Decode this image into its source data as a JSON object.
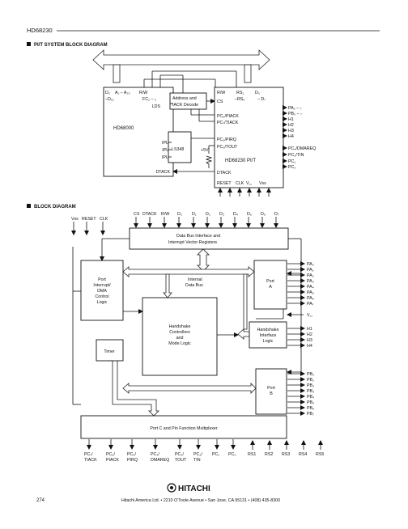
{
  "header": {
    "part_number": "HD68230"
  },
  "sections": [
    {
      "title": "PI/T SYSTEM BLOCK DIAGRAM"
    },
    {
      "title": "BLOCK DIAGRAM"
    }
  ],
  "system_diagram": {
    "hd68000": {
      "top_pins": [
        "D₀",
        "A₁ – A₂₃",
        "R/W",
        "–D₁₅",
        "FC₂ – ₀"
      ],
      "pins": [
        "LDS",
        "IPL₂",
        "IPL₁",
        "IPL₀",
        "DTACK"
      ],
      "label": "HD68000"
    },
    "decoder": {
      "lines": [
        "Address and",
        "IACK Decode"
      ]
    },
    "ls348": {
      "label": "LS348"
    },
    "vcc": {
      "label": "+5V"
    },
    "pit": {
      "top_pins": [
        "R/W",
        "RS₁",
        "D₀",
        "CS",
        "–RS₅",
        "– D₇"
      ],
      "left_pins": [
        "PC₆/PIACK",
        "PC₇/TIACK",
        "PC₅/PIRQ",
        "PC₃/TOUT",
        "DTACK",
        "RESET",
        "CLK",
        "V꜀꜀",
        "Vss"
      ],
      "label": "HD68230 PI/T",
      "outputs": [
        "PA₀ – ₇",
        "PB₀ – ₇",
        "H1",
        "H2",
        "H3",
        "H4",
        "PC₄/DMAREQ",
        "PC₂/TIN",
        "PC₁",
        "PC₀"
      ]
    }
  },
  "block_diagram": {
    "top_signals": [
      "Vss",
      "RESET",
      "CLK",
      "CS",
      "DTACK",
      "R/W",
      "D₀",
      "D₁",
      "D₂",
      "D₃",
      "D₄",
      "D₅",
      "D₆",
      "D₇"
    ],
    "data_bus_interface": [
      "Data Bus Interface and",
      "Interrupt Vector Registers"
    ],
    "port_interrupt": [
      "Port",
      "Interrupt/",
      "DMA",
      "Control",
      "Logic"
    ],
    "internal_bus": [
      "Internal",
      "Data Bus"
    ],
    "handshake_controllers": [
      "Handshake",
      "Controllers",
      "and",
      "Mode Logic"
    ],
    "timer": "Timer",
    "port_a": [
      "Port",
      "A"
    ],
    "port_a_pins": [
      "PA₀",
      "PA₁",
      "PA₂",
      "PA₃",
      "PA₄",
      "PA₅",
      "PA₆",
      "PA₇"
    ],
    "vcc_label": "V꜀꜀",
    "handshake_interface": [
      "Handshake",
      "Interface",
      "Logic"
    ],
    "h_pins": [
      "H1",
      "H2",
      "H3",
      "H4"
    ],
    "port_b": [
      "Port",
      "B"
    ],
    "port_b_pins": [
      "PB₀",
      "PB₁",
      "PB₂",
      "PB₃",
      "PB₄",
      "PB₅",
      "PB₆",
      "PB₇"
    ],
    "port_c_mux": "Port C and Pin Function Multiplexer",
    "port_c_pins": [
      {
        "top": "PC₇/",
        "bottom": "TIACK"
      },
      {
        "top": "PC₆/",
        "bottom": "PIACK"
      },
      {
        "top": "PC₅/",
        "bottom": "PIRQ"
      },
      {
        "top": "PC₄/",
        "bottom": "DMAREQ"
      },
      {
        "top": "PC₃/",
        "bottom": "TOUT"
      },
      {
        "top": "PC₂/",
        "bottom": "TIN"
      },
      {
        "top": "PC₁",
        "bottom": ""
      },
      {
        "top": "PC₀",
        "bottom": ""
      }
    ],
    "rs_pins": [
      "RS1",
      "RS2",
      "RS3",
      "RS4",
      "RS5"
    ]
  },
  "footer": {
    "page_number": "274",
    "brand": "HITACHI",
    "address": "Hitachi America Ltd.  •  2210 O'Toole Avenue  •  San Jose, CA 95131  •  (408) 435-8300"
  }
}
